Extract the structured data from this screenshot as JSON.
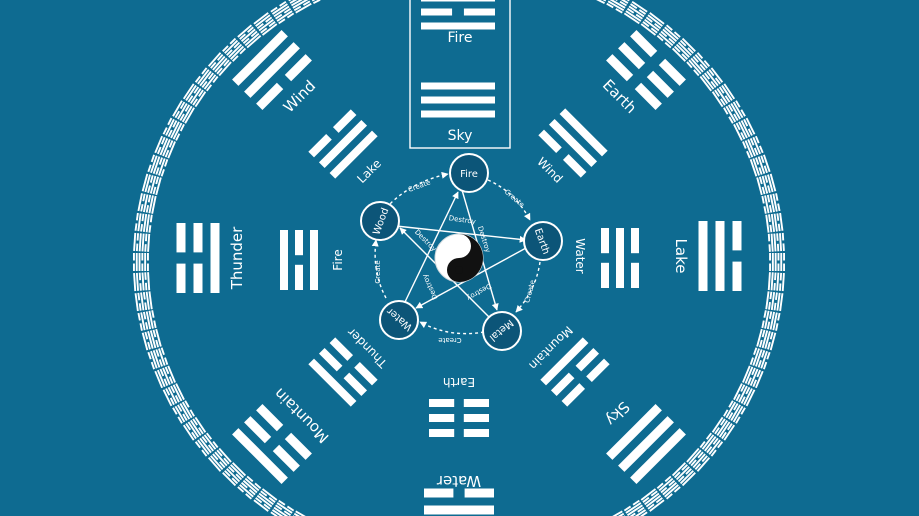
{
  "colors": {
    "background": "#0e6b91",
    "bar": "#ffffff",
    "bar_alt": "#eeeeee",
    "node_fill": "#0c5578",
    "node_stroke": "#ffffff"
  },
  "center_panel": {
    "top_label": "Fire",
    "bottom_label": "Sky"
  },
  "inner_labels": {
    "top": "",
    "left": "Fire",
    "right": "Water",
    "bottom": "Earth",
    "upper_left": "Lake",
    "upper_right": "Wind",
    "lower_left": "Thunder",
    "lower_right": "Mountain"
  },
  "outer_labels": {
    "left": "Thunder",
    "right": "Lake",
    "bottom": "Water",
    "upper_left": "Wind",
    "upper_right": "Earth",
    "lower_left": "Mountain",
    "lower_right": "Sky"
  },
  "elements": {
    "fire": "Fire",
    "earth": "Earth",
    "metal": "Metal",
    "water": "Water",
    "wood": "Wood",
    "create_label": "Create",
    "destroy_label": "Destroy"
  }
}
